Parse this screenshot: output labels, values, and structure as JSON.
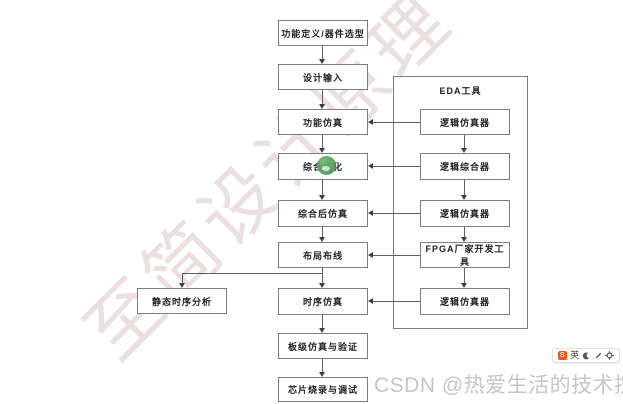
{
  "watermark": {
    "text": "至简设计原理"
  },
  "flowchart": {
    "main": [
      {
        "label": "功能定义/器件选型"
      },
      {
        "label": "设计输入"
      },
      {
        "label": "功能仿真"
      },
      {
        "label": "综合优化"
      },
      {
        "label": "综合后仿真"
      },
      {
        "label": "布局布线"
      },
      {
        "label": "时序仿真"
      },
      {
        "label": "板级仿真与验证"
      },
      {
        "label": "芯片烧录与调试"
      }
    ],
    "side": {
      "label": "静态时序分析"
    },
    "eda": {
      "title": "EDA工具",
      "tools": [
        {
          "label": "逻辑仿真器"
        },
        {
          "label": "逻辑综合器"
        },
        {
          "label": "逻辑仿真器"
        },
        {
          "label": "FPGA厂家开发工具"
        },
        {
          "label": "逻辑仿真器"
        }
      ]
    }
  },
  "footer": {
    "csdn": "CSDN @热爱生活的技术控"
  },
  "ime": {
    "mode": "英"
  },
  "colors": {
    "box_border": "#7d7d7d",
    "connector": "#5f5f5f",
    "watermark": "#d9c6c6",
    "csdn_text": "#c6c6c6",
    "accent_dot": "#55a05c",
    "ime_logo": "#f0571d"
  }
}
